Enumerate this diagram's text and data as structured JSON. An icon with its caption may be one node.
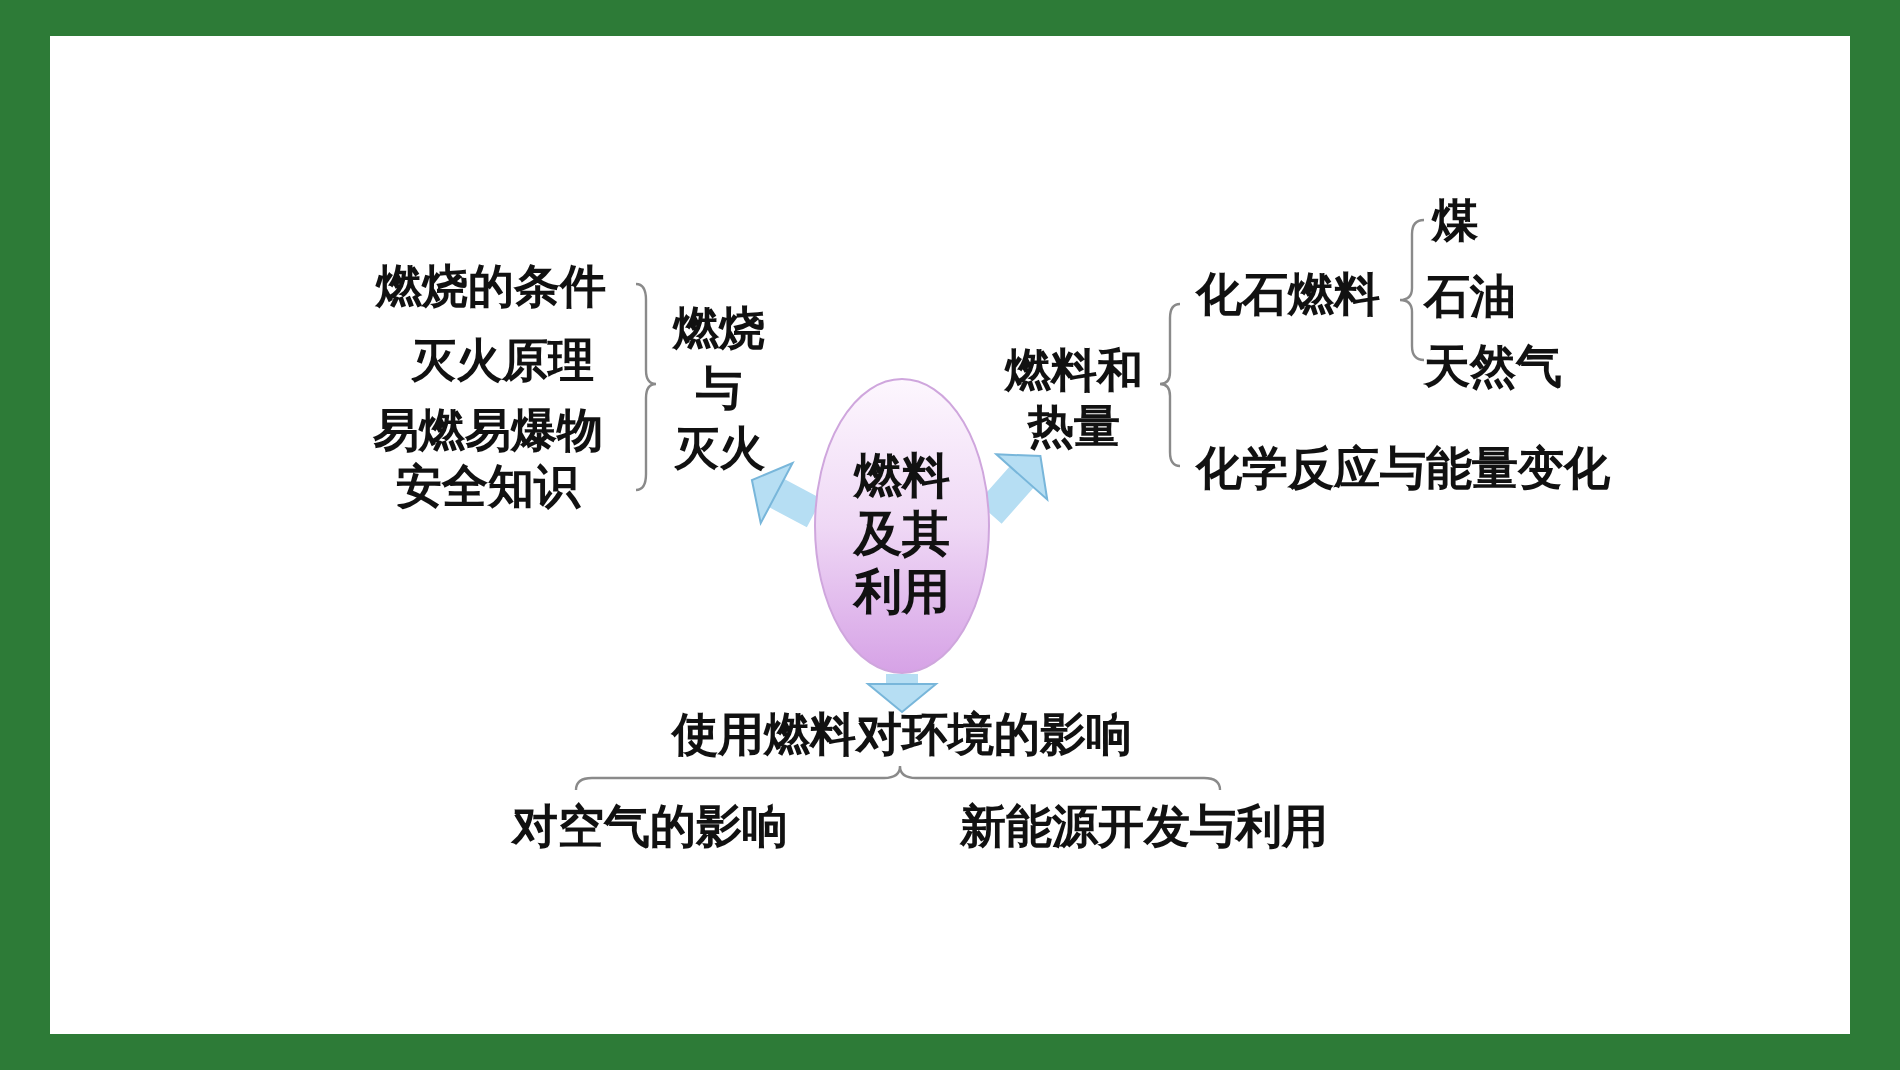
{
  "diagram": {
    "nodes": [
      {
        "text": [
          "燃料及其利用"
        ]
      },
      {
        "text": [
          "燃烧与灭火"
        ]
      },
      {
        "text": [
          "燃料和热量"
        ]
      },
      {
        "text": [
          "使用燃料对环境的影响"
        ]
      }
    ],
    "edges": [
      {
        "from": 0,
        "to": 1,
        "arrow": "to"
      },
      {
        "from": 0,
        "to": 2,
        "arrow": "to"
      },
      {
        "from": 0,
        "to": 3,
        "arrow": "to"
      }
    ],
    "labels": [
      "燃烧的条件",
      "灭火原理",
      "易燃易爆物安全知识",
      "化石燃料",
      "煤",
      "石油",
      "天然气",
      "化学反应与能量变化",
      "对空气的影响",
      "新能源开发与利用"
    ]
  }
}
